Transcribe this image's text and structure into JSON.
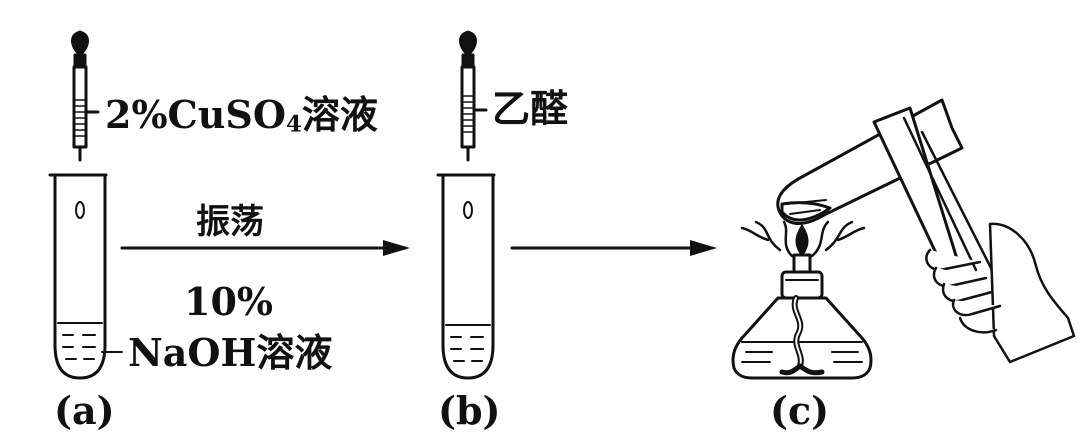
{
  "labels": {
    "a_dropper_pre": "2%CuSO",
    "a_dropper_sub": "4",
    "a_dropper_post": "溶液",
    "b_dropper": "乙醛",
    "arrow_action": "振荡",
    "a_tube_conc": "10%",
    "a_tube_solution": "NaOH溶液",
    "panel_a": "(a)",
    "panel_b": "(b)",
    "panel_c": "(c)"
  },
  "colors": {
    "ink": "#111111",
    "background": "#ffffff"
  }
}
